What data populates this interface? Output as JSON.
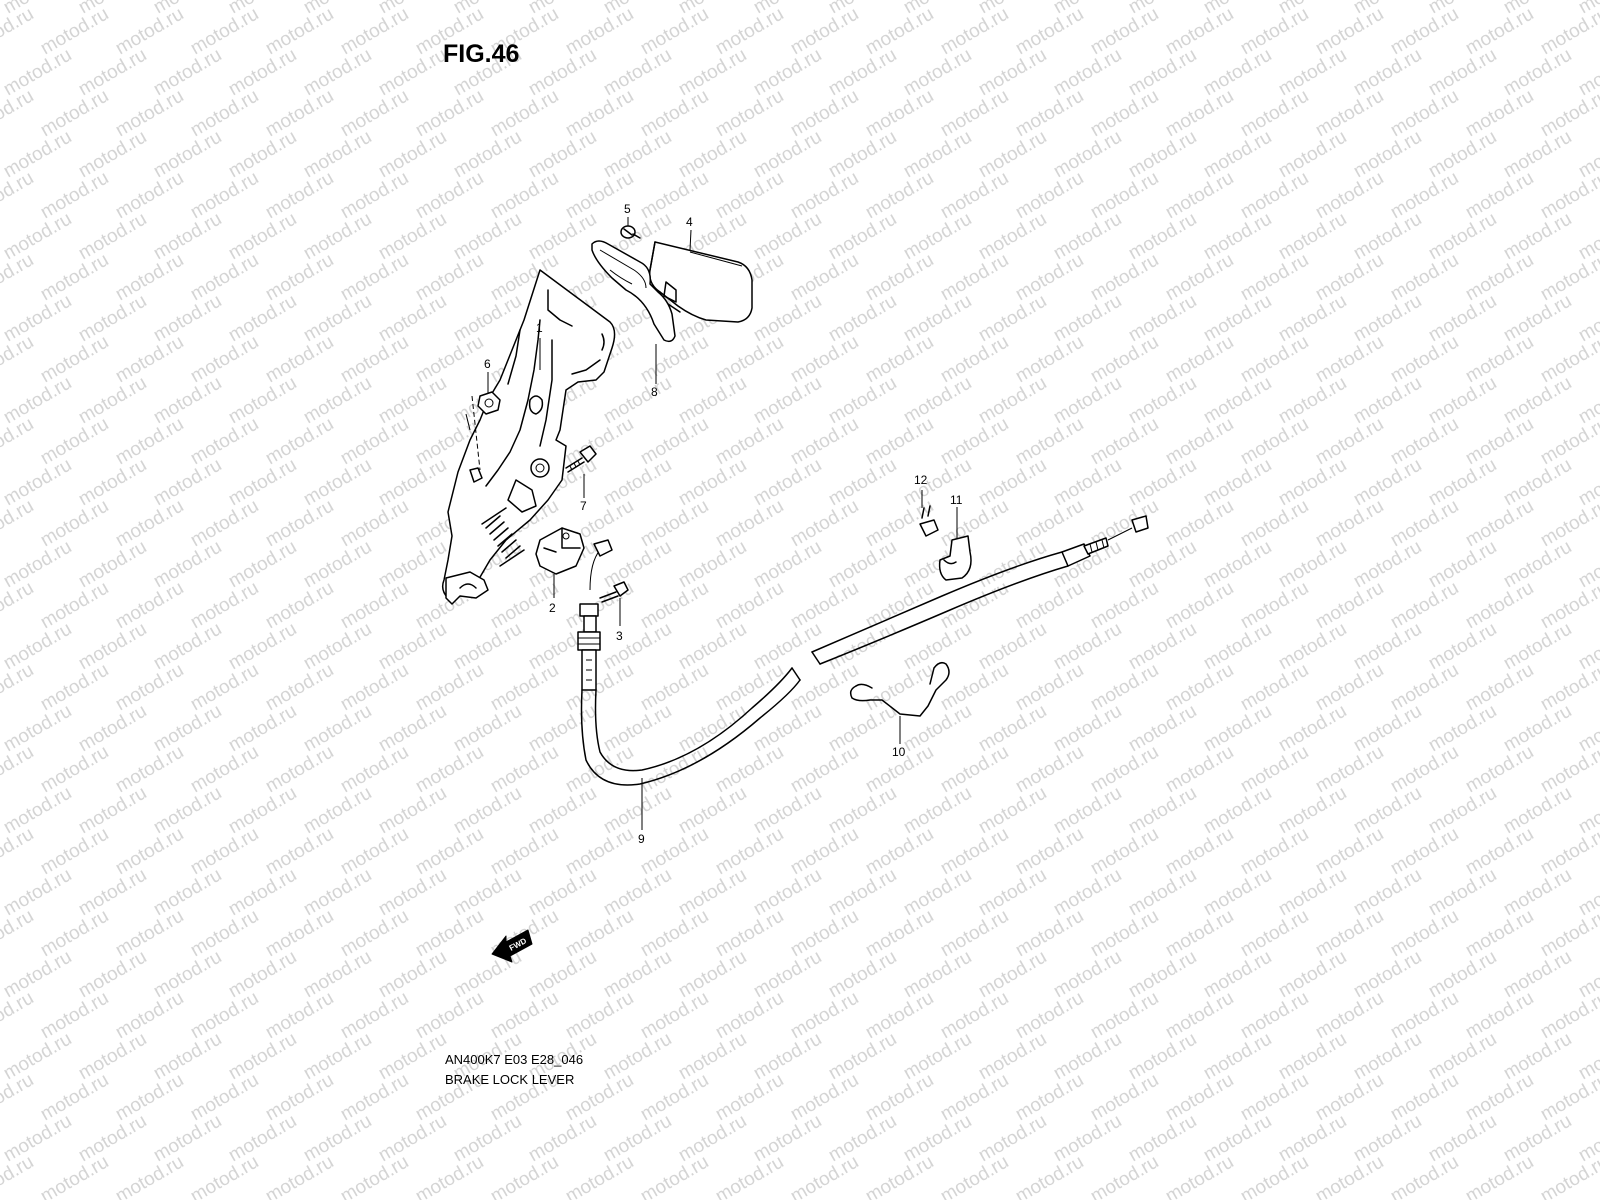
{
  "figure": {
    "title": "FIG.46"
  },
  "watermark": {
    "text": "motod.ru"
  },
  "callouts": [
    {
      "id": "1",
      "label": "1"
    },
    {
      "id": "2",
      "label": "2"
    },
    {
      "id": "3",
      "label": "3"
    },
    {
      "id": "4",
      "label": "4"
    },
    {
      "id": "5",
      "label": "5"
    },
    {
      "id": "6",
      "label": "6"
    },
    {
      "id": "7",
      "label": "7"
    },
    {
      "id": "8",
      "label": "8"
    },
    {
      "id": "9",
      "label": "9"
    },
    {
      "id": "10",
      "label": "10"
    },
    {
      "id": "11",
      "label": "11"
    },
    {
      "id": "12",
      "label": "12"
    }
  ],
  "fwd_arrow": {
    "label": "FWD"
  },
  "footer": {
    "code": "AN400K7 E03 E28_046",
    "caption": "BRAKE LOCK LEVER"
  }
}
